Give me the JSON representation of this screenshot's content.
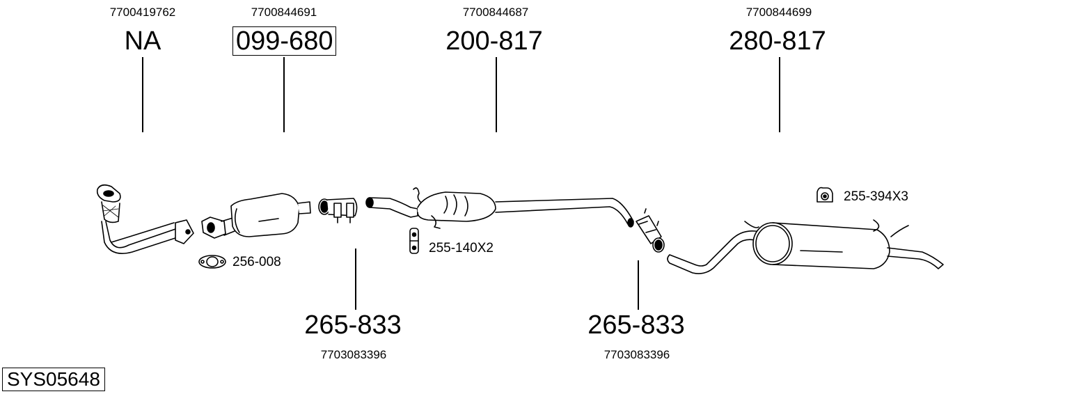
{
  "diagram": {
    "system_id": "SYS05648",
    "top_parts": [
      {
        "oe_number": "7700419762",
        "part_number": "NA",
        "boxed": false
      },
      {
        "oe_number": "7700844691",
        "part_number": "099-680",
        "boxed": true
      },
      {
        "oe_number": "7700844687",
        "part_number": "200-817",
        "boxed": false
      },
      {
        "oe_number": "7700844699",
        "part_number": "280-817",
        "boxed": false
      }
    ],
    "bottom_parts": [
      {
        "oe_number": "7703083396",
        "part_number": "265-833"
      },
      {
        "oe_number": "7703083396",
        "part_number": "265-833"
      }
    ],
    "accessories": [
      {
        "label": "256-008",
        "icon": "gasket-icon"
      },
      {
        "label": "255-140X2",
        "icon": "rubber-mount-icon"
      },
      {
        "label": "255-394X3",
        "icon": "hanger-icon"
      }
    ]
  }
}
